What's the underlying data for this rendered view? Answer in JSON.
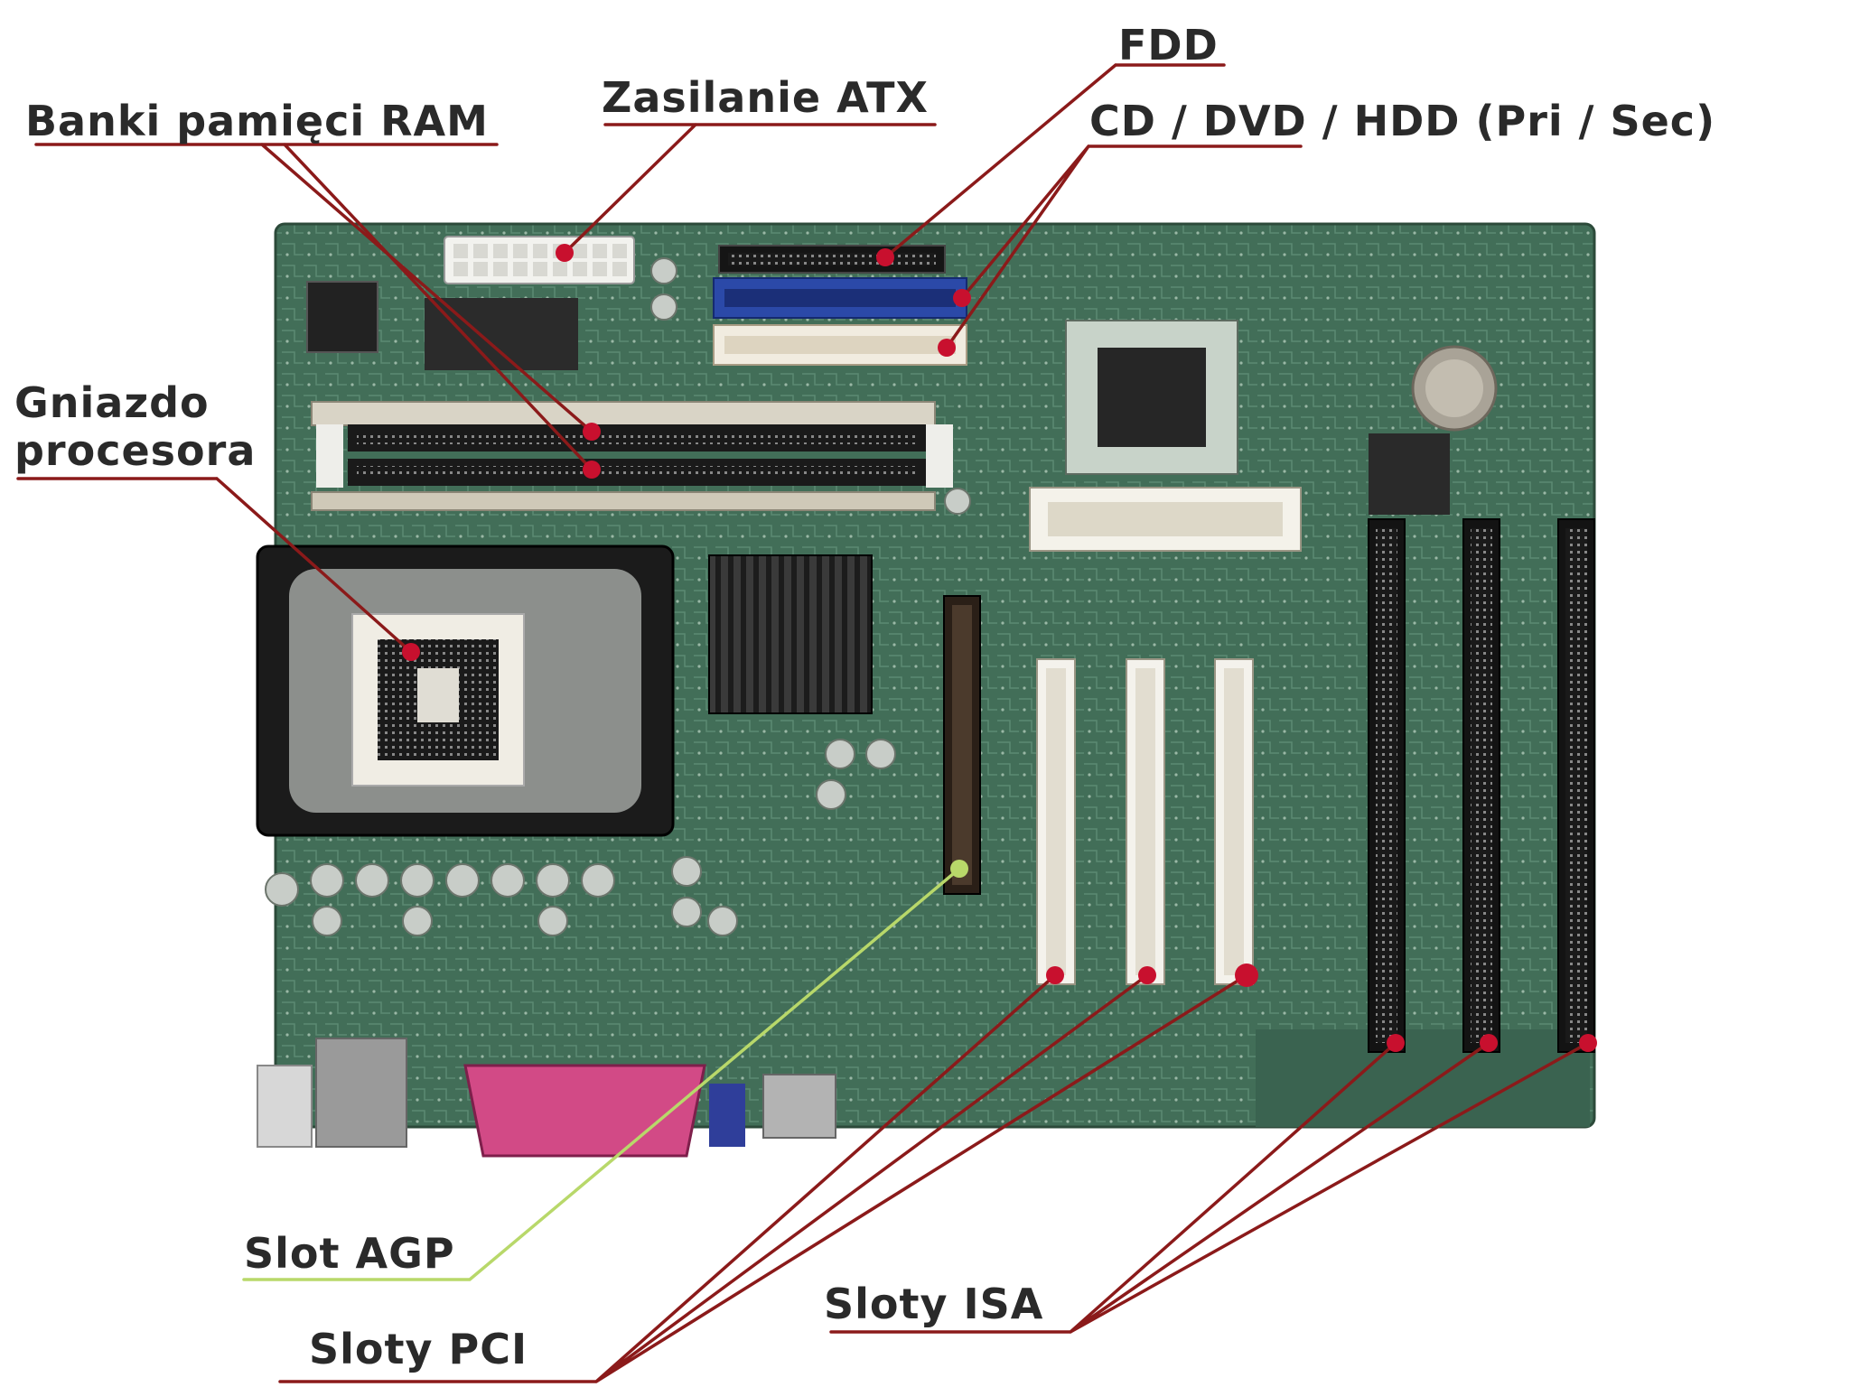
{
  "labels": {
    "ram": "Banki pamięci RAM",
    "atx": "Zasilanie ATX",
    "fdd": "FDD",
    "ide": "CD / DVD / HDD (Pri / Sec)",
    "cpu_line1": "Gniazdo",
    "cpu_line2": "procesora",
    "agp": "Slot AGP",
    "pci": "Sloty PCI",
    "isa": "Sloty ISA"
  },
  "colors": {
    "leader_line": "#8b1a1a",
    "marker_dot": "#c8102e",
    "agp_line": "#b8d86a",
    "board_pcb": "#3f6a55",
    "label_text": "#2a2a2a"
  }
}
